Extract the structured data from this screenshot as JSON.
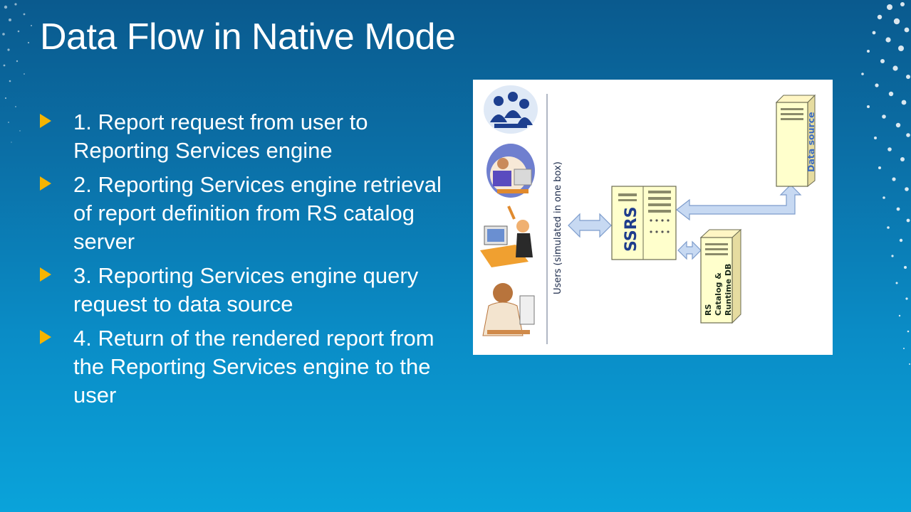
{
  "slide": {
    "title": "Data Flow in Native Mode"
  },
  "bullets": [
    {
      "text": "1. Report request from user to Reporting Services engine"
    },
    {
      "text": "2. Reporting Services engine retrieval of report definition from RS catalog server"
    },
    {
      "text": "3. Reporting Services engine query request to data source"
    },
    {
      "text": "4. Return of the rendered report from the Reporting Services engine to the user"
    }
  ],
  "diagram": {
    "users_label": "Users (simulated in one box)",
    "ssrs_label": "SSRS",
    "data_source_label": "Data source",
    "catalog_label_lines": [
      "RS",
      "Catalog &",
      "Runtime DB"
    ]
  },
  "colors": {
    "accent_bullet": "#f5b400",
    "server_fill": "#ffffcc",
    "arrow_fill": "#c7d9f2",
    "label_blue": "#1f3d8c",
    "data_source_blue": "#3b6bc2"
  }
}
